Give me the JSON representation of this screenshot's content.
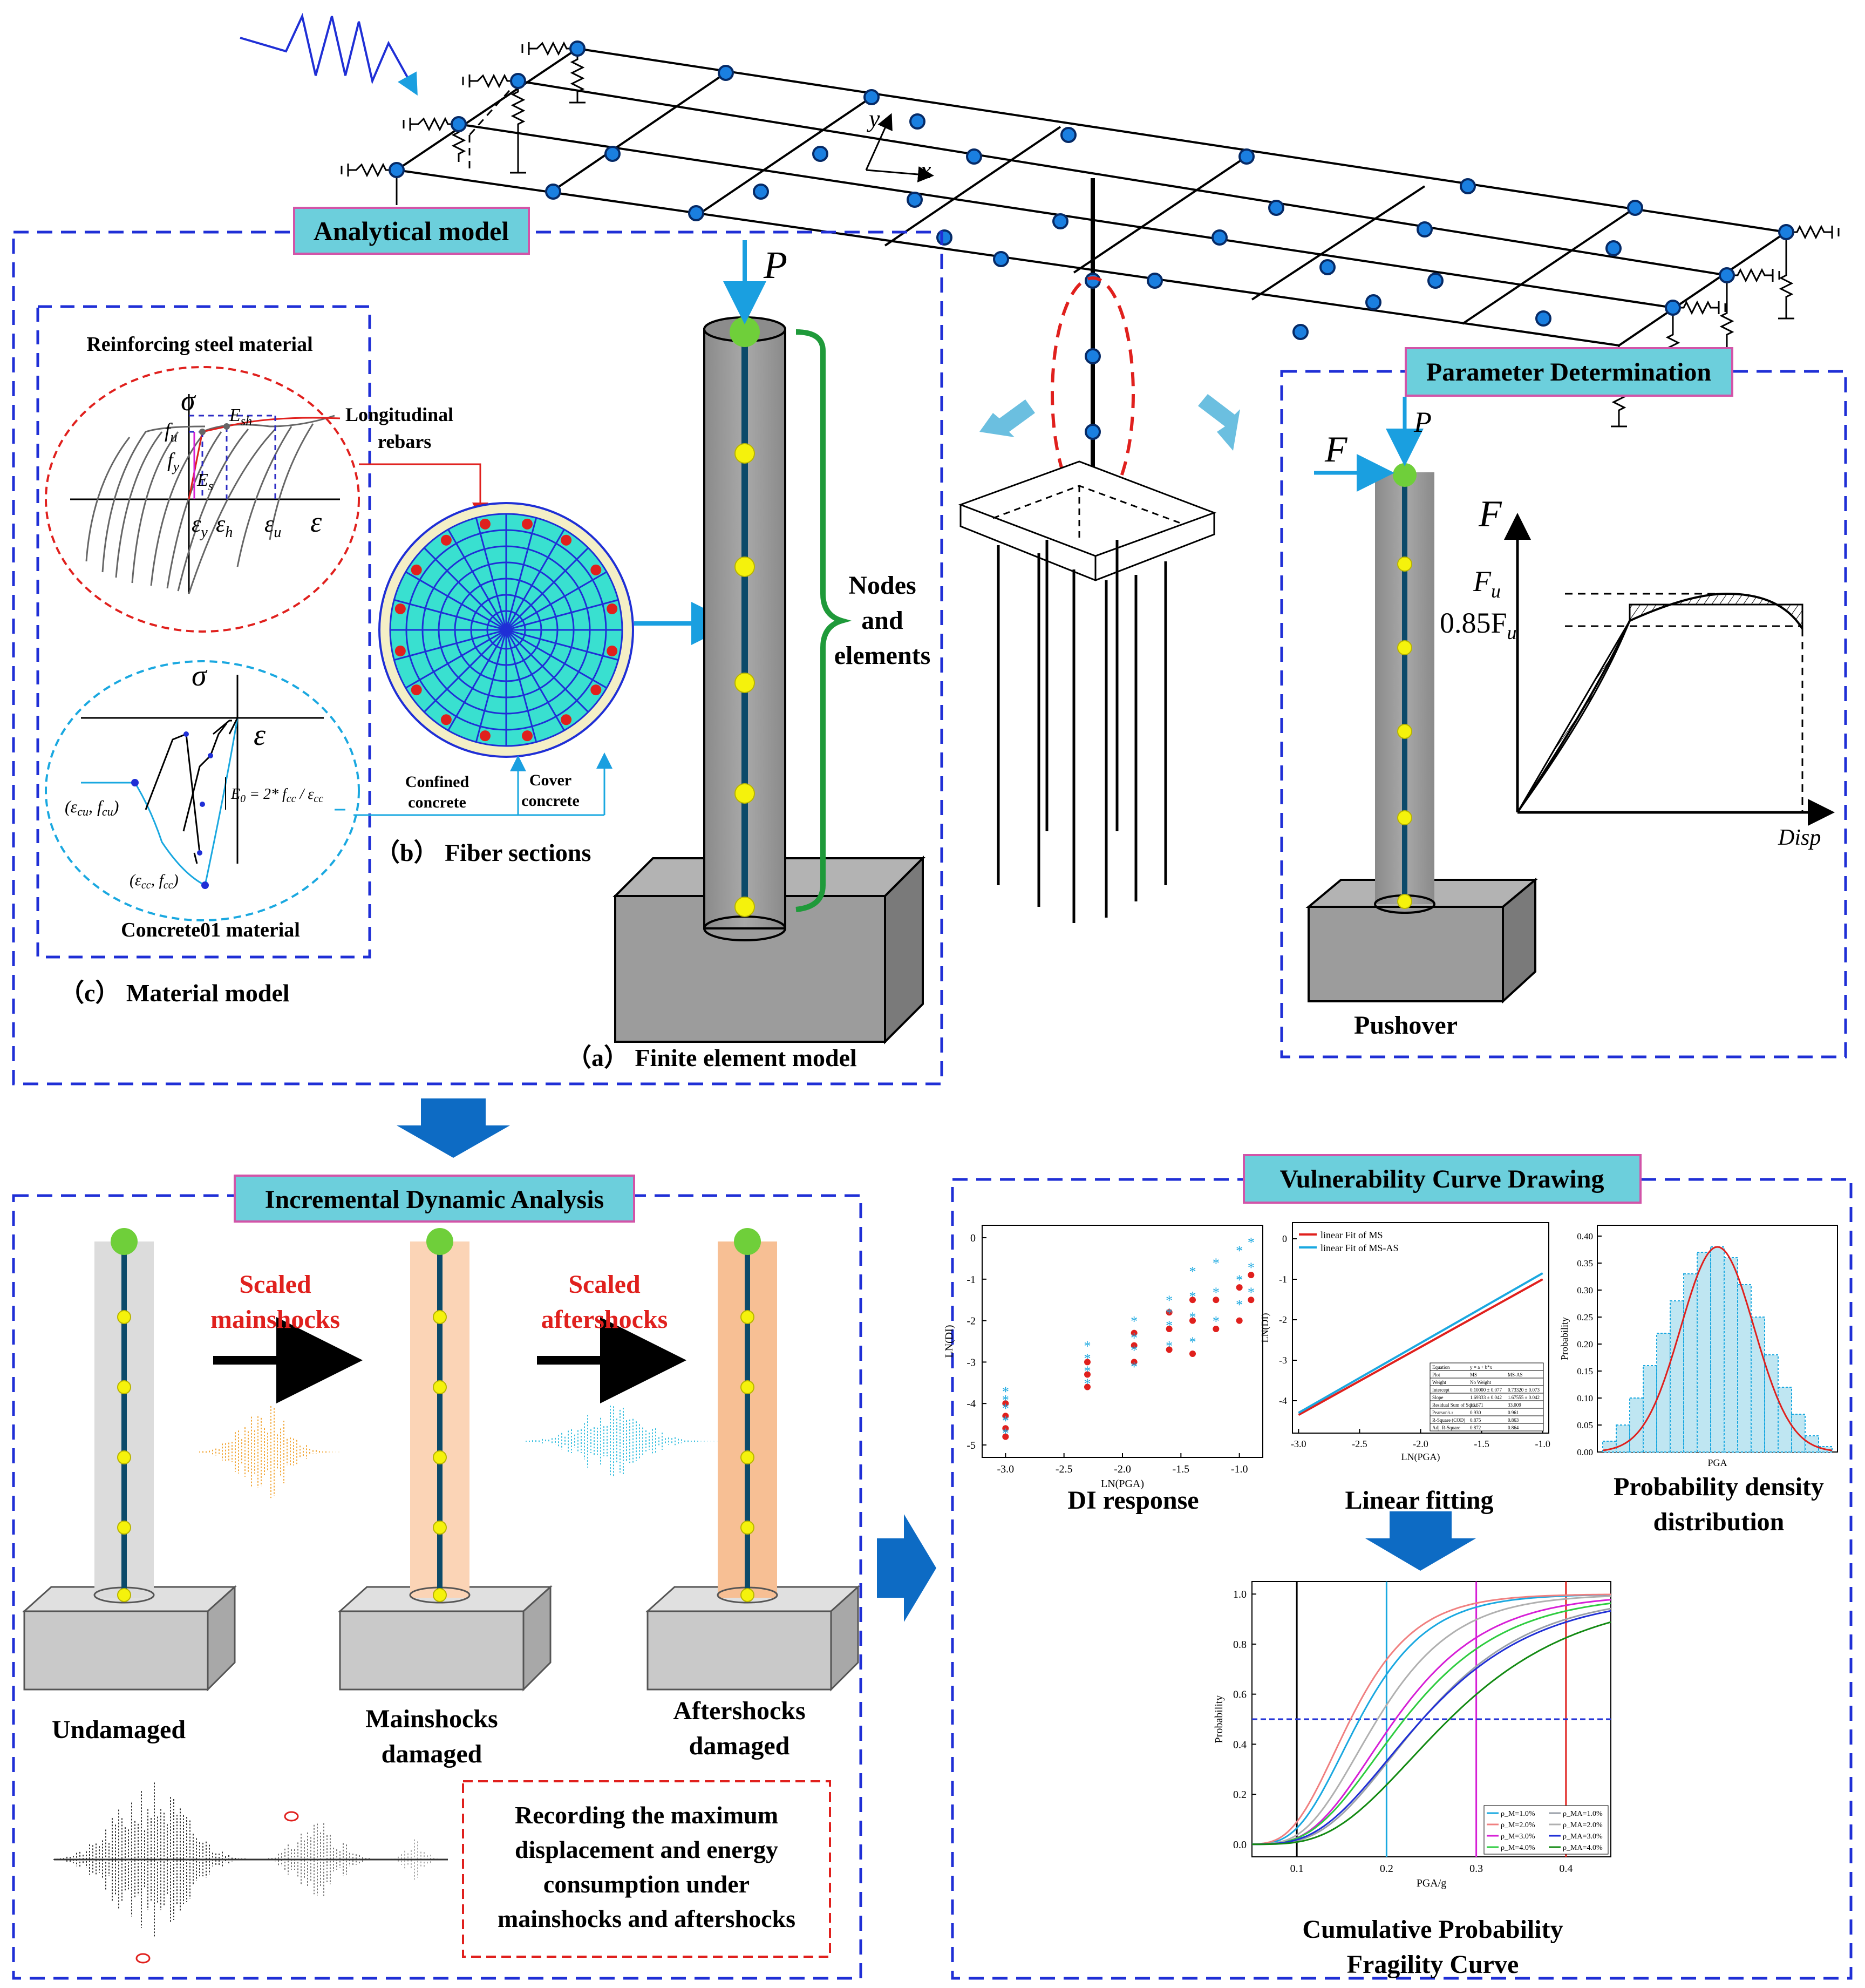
{
  "sections": {
    "analytical_model": "Analytical model",
    "parameter_determination": "Parameter Determination",
    "incremental_dynamic_analysis": "Incremental Dynamic Analysis",
    "vulnerability_curve_drawing": "Vulnerability Curve Drawing"
  },
  "analytical": {
    "steel_title": "Reinforcing steel material",
    "long_rebars_1": "Longitudinal",
    "long_rebars_2": "rebars",
    "steel_sigma": "σ",
    "steel_eps": "ε",
    "steel_eps_y": "ε",
    "steel_eps_y_sub": "y",
    "steel_eps_h": "ε",
    "steel_eps_h_sub": "h",
    "steel_eps_u": "ε",
    "steel_eps_u_sub": "u",
    "steel_fu": "f",
    "steel_fu_sub": "u",
    "steel_fy": "f",
    "steel_fy_sub": "y",
    "steel_Es": "E",
    "steel_Es_sub": "s",
    "steel_Esh": "E",
    "steel_Esh_sub": "sh",
    "conc_sigma": "σ",
    "conc_eps": "ε",
    "conc_cu": "(ε",
    "conc_cu_sub": "cu",
    "conc_cu_mid": ", f",
    "conc_cu_sub2": "cu",
    "conc_cu_end": ")",
    "conc_cc": "(ε",
    "conc_cc_sub": "cc",
    "conc_cc_mid": ", f",
    "conc_cc_sub2": "cc",
    "conc_cc_end": ")",
    "conc_E0": "E",
    "conc_E0_sub": "0",
    "conc_E0_rest": " = 2* f",
    "conc_E0_sub2": "cc",
    "conc_E0_rest2": " / ε",
    "conc_E0_sub3": "cc",
    "conc_title": "Concrete01 material",
    "material_label": "（c） Material model",
    "confined_1": "Confined",
    "confined_2": "concrete",
    "cover_1": "Cover",
    "cover_2": "concrete",
    "fiber_label": "（b） Fiber sections",
    "P": "P",
    "nodes_1": "Nodes",
    "nodes_2": "and",
    "nodes_3": "elements",
    "fe_label": "（a） Finite element model"
  },
  "bridge": {
    "axis_x": "x",
    "axis_y": "y"
  },
  "pushover": {
    "F": "F",
    "P": "P",
    "F_axis": "F",
    "Fu": "F",
    "Fu_sub": "u",
    "Fu85": "0.85F",
    "Fu85_sub": "u",
    "disp": "Disp",
    "label": "Pushover"
  },
  "ida": {
    "scaled_ms_1": "Scaled",
    "scaled_ms_2": "mainshocks",
    "scaled_as_1": "Scaled",
    "scaled_as_2": "aftershocks",
    "undamaged": "Undamaged",
    "ms_damaged_1": "Mainshocks",
    "ms_damaged_2": "damaged",
    "as_damaged_1": "Aftershocks",
    "as_damaged_2": "damaged",
    "record_1": "Recording the maximum",
    "record_2": "displacement and energy",
    "record_3": "consumption under",
    "record_4": "mainshocks and aftershocks"
  },
  "vulnerability": {
    "di_label": "DI response",
    "lf_label": "Linear fitting",
    "pdd_label_1": "Probability density",
    "pdd_label_2": "distribution",
    "cpf_label_1": "Cumulative Probability",
    "cpf_label_2": "Fragility Curve"
  },
  "colors": {
    "frame_blue": "#1f2fd6",
    "title_fill": "#6ccfdc",
    "title_border": "#d254a8",
    "node_blue": "#1a7fe0",
    "node_yellow": "#f5f20c",
    "node_green": "#6fcf3a",
    "arrow_blue": "#0d6bc4",
    "red": "#e0201d",
    "cyan": "#1aa8e0"
  },
  "chart_data": [
    {
      "type": "scatter",
      "xlabel": "LN(PGA)",
      "ylabel": "LN(DI)",
      "xticks": [
        "-3.0",
        "-2.5",
        "-2.0",
        "-1.5",
        "-1.0"
      ],
      "yticks": [
        "0",
        "-1",
        "-2",
        "-3",
        "-4",
        "-5"
      ],
      "xlim": [
        -3.2,
        -0.8
      ],
      "ylim": [
        -5.3,
        0.3
      ],
      "series": [
        {
          "marker": "circle",
          "color": "#e0201d",
          "x": [
            -3.0,
            -3.0,
            -3.0,
            -3.0,
            -2.3,
            -2.3,
            -2.3,
            -1.9,
            -1.9,
            -1.9,
            -1.6,
            -1.6,
            -1.6,
            -1.4,
            -1.4,
            -1.4,
            -1.2,
            -1.2,
            -1.0,
            -1.0,
            -0.9,
            -0.9
          ],
          "y": [
            -4.8,
            -4.6,
            -4.3,
            -4.0,
            -3.6,
            -3.3,
            -3.0,
            -3.0,
            -2.6,
            -2.3,
            -2.7,
            -2.2,
            -1.8,
            -2.8,
            -2.0,
            -1.5,
            -2.2,
            -1.5,
            -2.0,
            -1.2,
            -1.5,
            -0.9
          ]
        },
        {
          "marker": "star",
          "color": "#1aa8e0",
          "x": [
            -3.0,
            -3.0,
            -3.0,
            -3.0,
            -3.0,
            -2.3,
            -2.3,
            -2.3,
            -2.3,
            -1.9,
            -1.9,
            -1.9,
            -1.9,
            -1.6,
            -1.6,
            -1.6,
            -1.6,
            -1.4,
            -1.4,
            -1.4,
            -1.4,
            -1.2,
            -1.2,
            -1.2,
            -1.0,
            -1.0,
            -1.0,
            -0.9,
            -0.9,
            -0.9
          ],
          "y": [
            -4.7,
            -4.4,
            -4.1,
            -3.9,
            -3.7,
            -3.5,
            -3.2,
            -2.9,
            -2.6,
            -3.1,
            -2.7,
            -2.4,
            -2.0,
            -2.6,
            -2.1,
            -1.8,
            -1.5,
            -2.5,
            -1.9,
            -1.4,
            -0.8,
            -2.0,
            -1.3,
            -0.6,
            -1.6,
            -1.0,
            -0.3,
            -1.3,
            -0.7,
            -0.1
          ]
        }
      ]
    },
    {
      "type": "line",
      "xlabel": "LN(PGA)",
      "ylabel": "LN(DI)",
      "xticks": [
        "-3.0",
        "-2.5",
        "-2.0",
        "-1.5",
        "-1.0"
      ],
      "yticks": [
        "0",
        "-1",
        "-2",
        "-3",
        "-4"
      ],
      "xlim": [
        -3.05,
        -0.95
      ],
      "ylim": [
        -4.8,
        0.4
      ],
      "series": [
        {
          "name": "linear Fit of MS",
          "color": "#e0201d",
          "x": [
            -3.0,
            -1.0
          ],
          "y": [
            -4.35,
            -1.0
          ]
        },
        {
          "name": "linear Fit of MS-AS",
          "color": "#1aa8e0",
          "x": [
            -3.0,
            -1.0
          ],
          "y": [
            -4.3,
            -0.85
          ]
        }
      ],
      "table_rows": [
        [
          "Equation",
          "y = a + b*x",
          ""
        ],
        [
          "Plot",
          "MS",
          "MS-AS"
        ],
        [
          "Weight",
          "No Weight",
          ""
        ],
        [
          "Intercept",
          "0.10000 ± 0.077",
          "0.73320 ± 0.073"
        ],
        [
          "Slope",
          "1.69333 ± 0.042",
          "1.67555 ± 0.042"
        ],
        [
          "Residual Sum of Squa.",
          "36.671",
          "33.009"
        ],
        [
          "Pearson's r",
          "0.930",
          "0.961"
        ],
        [
          "R-Square (COD)",
          "0.875",
          "0.863"
        ],
        [
          "Adj. R-Square",
          "0.872",
          "0.864"
        ]
      ]
    },
    {
      "type": "bar",
      "xlabel": "PGA",
      "ylabel": "Probability",
      "yticks": [
        "0.00",
        "0.05",
        "0.10",
        "0.15",
        "0.20",
        "0.25",
        "0.30",
        "0.35",
        "0.40"
      ],
      "ylim": [
        0,
        0.42
      ],
      "values": [
        0.02,
        0.05,
        0.1,
        0.16,
        0.22,
        0.28,
        0.33,
        0.37,
        0.38,
        0.36,
        0.31,
        0.25,
        0.18,
        0.12,
        0.07,
        0.03,
        0.01
      ],
      "fit_peak": 0.38
    },
    {
      "type": "line",
      "xlabel": "PGA/g",
      "ylabel": "Probability",
      "xticks": [
        "0.1",
        "0.2",
        "0.3",
        "0.4"
      ],
      "yticks": [
        "0.0",
        "0.2",
        "0.4",
        "0.6",
        "0.8",
        "1.0"
      ],
      "xlim": [
        0.05,
        0.45
      ],
      "ylim": [
        -0.05,
        1.05
      ],
      "vlines": [
        {
          "x": 0.1,
          "color": "#000000"
        },
        {
          "x": 0.2,
          "color": "#1aa8e0"
        },
        {
          "x": 0.3,
          "color": "#d61fd6"
        },
        {
          "x": 0.4,
          "color": "#e0201d"
        }
      ],
      "hline": {
        "y": 0.5,
        "color": "#1f2fd6"
      },
      "series": [
        {
          "name": "ρ_M=1.0%",
          "color": "#1aa8e0",
          "median": 0.17,
          "beta": 0.35
        },
        {
          "name": "ρ_M=2.0%",
          "color": "#f08080",
          "median": 0.16,
          "beta": 0.35
        },
        {
          "name": "ρ_M=3.0%",
          "color": "#d61fd6",
          "median": 0.21,
          "beta": 0.38
        },
        {
          "name": "ρ_M=4.0%",
          "color": "#2ecc40",
          "median": 0.22,
          "beta": 0.4
        },
        {
          "name": "ρ_MA=1.0%",
          "color": "#9aa0a8",
          "median": 0.24,
          "beta": 0.4
        },
        {
          "name": "ρ_MA=2.0%",
          "color": "#b0b0b0",
          "median": 0.19,
          "beta": 0.36
        },
        {
          "name": "ρ_MA=3.0%",
          "color": "#1f2fd6",
          "median": 0.24,
          "beta": 0.42
        },
        {
          "name": "ρ_MA=4.0%",
          "color": "#138a13",
          "median": 0.27,
          "beta": 0.42
        }
      ]
    }
  ]
}
